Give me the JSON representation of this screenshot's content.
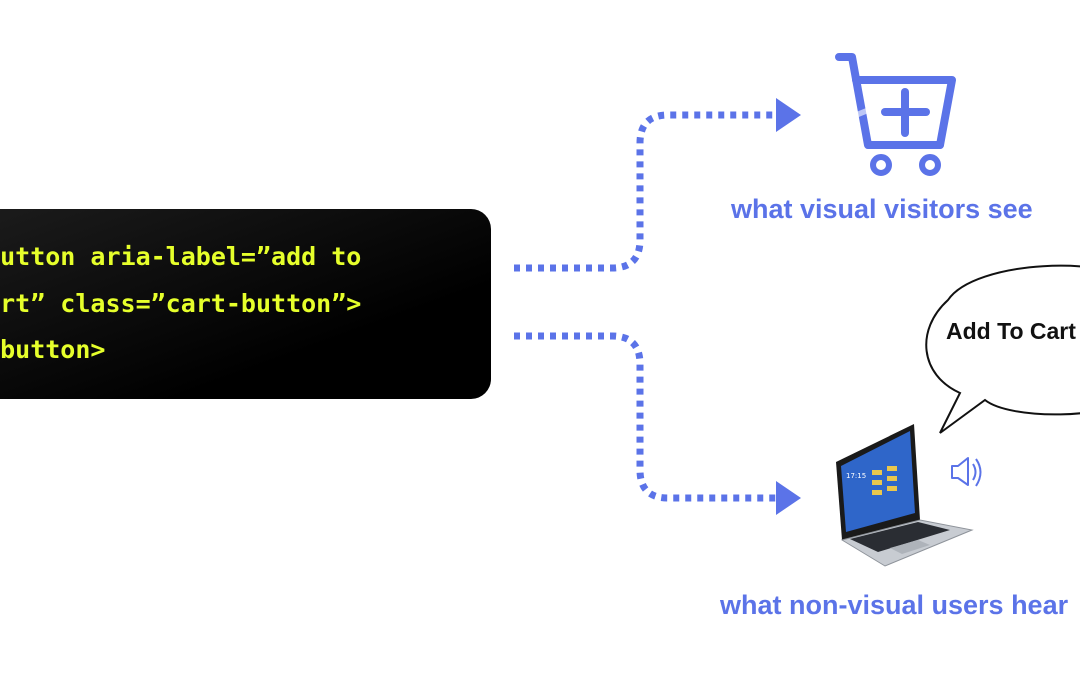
{
  "code": {
    "lines": [
      "<button aria-label=”add to",
      "cart” class=”cart-button”>",
      "</button>"
    ]
  },
  "visual": {
    "caption": "what visual visitors see",
    "icon": "cart-plus-icon"
  },
  "nonvisual": {
    "caption": "what non-visual users hear",
    "speech": "Add To Cart",
    "icons": [
      "laptop-icon",
      "speaker-sound-icon",
      "speech-bubble"
    ]
  },
  "colors": {
    "accent": "#5b73e8",
    "code_text": "#e6ff2b",
    "code_bg": "#000000"
  }
}
